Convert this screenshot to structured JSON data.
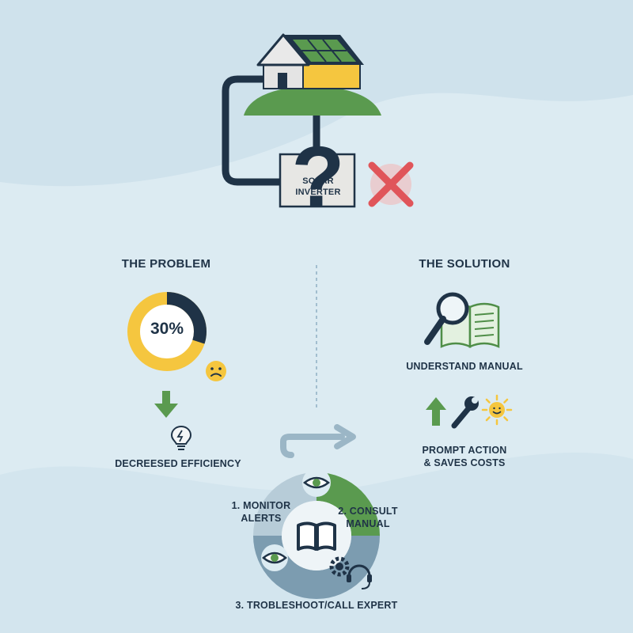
{
  "hero": {
    "inverter_label": "SOLAR\nINVERTER"
  },
  "problem": {
    "heading": "THE PROBLEM",
    "donut_value": 30,
    "donut_label": "30%",
    "donut_colors": {
      "filled": "#1f3347",
      "remaining": "#f5c63f"
    },
    "result_label": "DECREESED EFFICIENCY"
  },
  "solution": {
    "heading": "THE SOLUTION",
    "step_a_label": "UNDERSTAND MANUAL",
    "step_b_label": "PROMPT ACTION\n& SAVES COSTS"
  },
  "cycle": {
    "step1": "1. MONITOR\nALERTS",
    "step2": "2. CONSULT\nMANUAL",
    "step3": "3. TROBLESHOOT/CALL EXPERT",
    "center_icon": "open-book-icon"
  },
  "colors": {
    "navy": "#1f3347",
    "green": "#5a9a4f",
    "yellow": "#f5c63f",
    "slate": "#7c9cb0",
    "error": "#e0555a"
  }
}
